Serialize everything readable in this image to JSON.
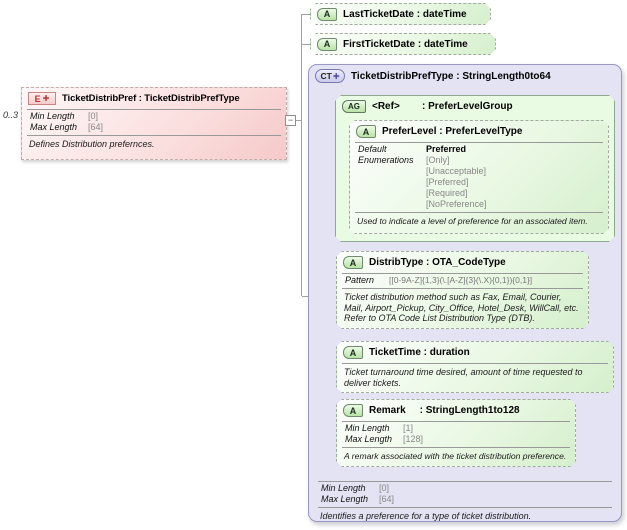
{
  "diagram": {
    "cardinality": "0..3",
    "icons": {
      "element": "E",
      "attribute": "A",
      "attribute_group": "AG",
      "complex_type": "CT",
      "plus": "✚",
      "collapse": "−"
    },
    "colors": {
      "attribute_fill": "#e2f6dc",
      "element_fill": "#f8d6d6",
      "complex_type_fill": "#e3e3f4",
      "connector": "#a0a0a0"
    },
    "element": {
      "title": "TicketDistribPref : TicketDistribPrefType",
      "facets": [
        {
          "label": "Min Length",
          "value": "[0]"
        },
        {
          "label": "Max Length",
          "value": "[64]"
        }
      ],
      "description": "Defines Distribution prefernces."
    },
    "top_attributes": [
      {
        "title": "LastTicketDate : dateTime"
      },
      {
        "title": "FirstTicketDate : dateTime"
      }
    ],
    "complex_type": {
      "title": "TicketDistribPrefType : StringLength0to64",
      "facets": [
        {
          "label": "Min Length",
          "value": "[0]"
        },
        {
          "label": "Max Length",
          "value": "[64]"
        }
      ],
      "description": "Identifies a preference for a type of ticket distribution.",
      "attribute_group": {
        "title": "<Ref>        : PreferLevelGroup",
        "attribute": {
          "title": "PreferLevel : PreferLevelType",
          "default_label": "Default",
          "default_value": "Preferred",
          "enum_label": "Enumerations",
          "enums": [
            "[Only]",
            "[Unacceptable]",
            "[Preferred]",
            "[Required]",
            "[NoPreference]"
          ],
          "description": "Used to indicate a level of preference for an associated item."
        }
      },
      "attributes": [
        {
          "title": "DistribType : OTA_CodeType",
          "pattern_label": "Pattern",
          "pattern": "[[0-9A-Z]{1,3}(\\.[A-Z]{3}(\\.X){0,1}){0,1}]",
          "description": "Ticket distribution method such as Fax, Email, Courier, Mail, Airport_Pickup, City_Office, Hotel_Desk, WillCall, etc. Refer to OTA Code List Distribution Type (DTB)."
        },
        {
          "title": "TicketTime : duration",
          "description": "Ticket turnaround time desired, amount of time requested to deliver tickets."
        },
        {
          "title": "Remark     : StringLength1to128",
          "facets": [
            {
              "label": "Min Length",
              "value": "[1]"
            },
            {
              "label": "Max Length",
              "value": "[128]"
            }
          ],
          "description": "A remark associated with the ticket distribution preference."
        }
      ]
    }
  }
}
